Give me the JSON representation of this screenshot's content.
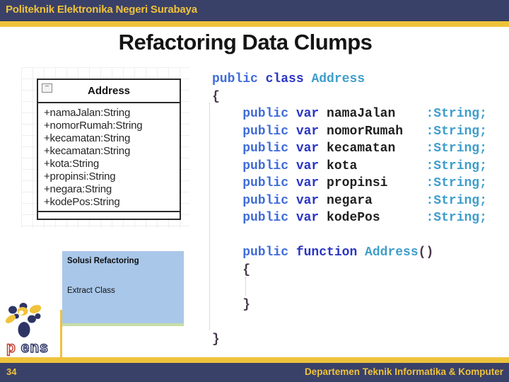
{
  "header": {
    "institution": "Politeknik Elektronika Negeri Surabaya"
  },
  "title": "Refactoring Data Clumps",
  "uml": {
    "class_name": "Address",
    "collapse_glyph": "−",
    "fields": [
      "+namaJalan:String",
      "+nomorRumah:String",
      "+kecamatan:String",
      "+kecamatan:String",
      "+kota:String",
      "+propinsi:String",
      "+negara:String",
      "+kodePos:String"
    ]
  },
  "code": {
    "lines": [
      [
        {
          "t": "public ",
          "c": "kw"
        },
        {
          "t": "class ",
          "c": "kw2"
        },
        {
          "t": "Address",
          "c": "type"
        }
      ],
      [
        {
          "t": "{",
          "c": "brace"
        }
      ],
      [
        {
          "t": "    public ",
          "c": "kw"
        },
        {
          "t": "var ",
          "c": "kw2"
        },
        {
          "t": "namaJalan",
          "c": "id"
        },
        {
          "t": "    ",
          "c": "plain"
        },
        {
          "t": ":String;",
          "c": "type"
        }
      ],
      [
        {
          "t": "    public ",
          "c": "kw"
        },
        {
          "t": "var ",
          "c": "kw2"
        },
        {
          "t": "nomorRumah",
          "c": "id"
        },
        {
          "t": "   ",
          "c": "plain"
        },
        {
          "t": ":String;",
          "c": "type"
        }
      ],
      [
        {
          "t": "    public ",
          "c": "kw"
        },
        {
          "t": "var ",
          "c": "kw2"
        },
        {
          "t": "kecamatan",
          "c": "id"
        },
        {
          "t": "    ",
          "c": "plain"
        },
        {
          "t": ":String;",
          "c": "type"
        }
      ],
      [
        {
          "t": "    public ",
          "c": "kw"
        },
        {
          "t": "var ",
          "c": "kw2"
        },
        {
          "t": "kota",
          "c": "id"
        },
        {
          "t": "         ",
          "c": "plain"
        },
        {
          "t": ":String;",
          "c": "type"
        }
      ],
      [
        {
          "t": "    public ",
          "c": "kw"
        },
        {
          "t": "var ",
          "c": "kw2"
        },
        {
          "t": "propinsi",
          "c": "id"
        },
        {
          "t": "     ",
          "c": "plain"
        },
        {
          "t": ":String;",
          "c": "type"
        }
      ],
      [
        {
          "t": "    public ",
          "c": "kw"
        },
        {
          "t": "var ",
          "c": "kw2"
        },
        {
          "t": "negara",
          "c": "id"
        },
        {
          "t": "       ",
          "c": "plain"
        },
        {
          "t": ":String;",
          "c": "type"
        }
      ],
      [
        {
          "t": "    public ",
          "c": "kw"
        },
        {
          "t": "var ",
          "c": "kw2"
        },
        {
          "t": "kodePos",
          "c": "id"
        },
        {
          "t": "      ",
          "c": "plain"
        },
        {
          "t": ":String;",
          "c": "type"
        }
      ],
      [],
      [
        {
          "t": "    public ",
          "c": "kw"
        },
        {
          "t": "function ",
          "c": "kw2"
        },
        {
          "t": "Address",
          "c": "type"
        },
        {
          "t": "()",
          "c": "brace"
        }
      ],
      [
        {
          "t": "    {",
          "c": "brace"
        }
      ],
      [],
      [
        {
          "t": "    }",
          "c": "brace"
        }
      ],
      [],
      [
        {
          "t": "}",
          "c": "brace"
        }
      ]
    ]
  },
  "note_box": {
    "title": "Solusi Refactoring",
    "body": "Extract Class"
  },
  "logo": {
    "wordmark_p": "p",
    "wordmark_rest": "ens"
  },
  "footer": {
    "page_number": "34",
    "department": "Departemen Teknik Informatika & Komputer"
  },
  "colors": {
    "navy": "#3a4168",
    "yellow": "#efc23b",
    "note_blue": "#a9c7e9",
    "note_green_edge": "#c6dda6",
    "code_keyword": "#3f6cd8",
    "code_keyword_strong": "#2a35c4",
    "code_type": "#3e9ecb",
    "code_identifier": "#1f1f1f",
    "logo_red": "#c23b2a",
    "logo_navy": "#2e3566"
  }
}
